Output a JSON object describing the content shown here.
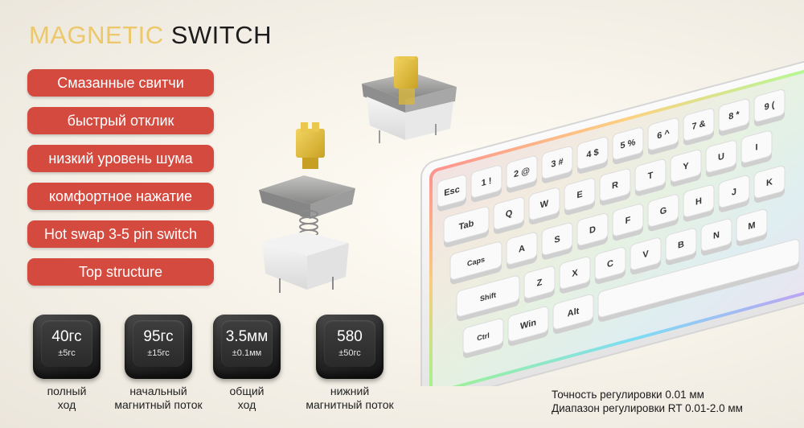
{
  "title": {
    "accent": "MAGNETIC",
    "main": "SWITCH"
  },
  "features": [
    "Смазанные свитчи",
    "быстрый отклик",
    "низкий уровень шума",
    "комфортное нажатие",
    "Hot swap 3-5 pin switch",
    "Top structure"
  ],
  "specs": [
    {
      "value": "40гс",
      "tolerance": "±5гс",
      "label_line1": "полный",
      "label_line2": "ход"
    },
    {
      "value": "95гс",
      "tolerance": "±15гс",
      "label_line1": "начальный",
      "label_line2": "магнитный поток"
    },
    {
      "value": "3.5мм",
      "tolerance": "±0.1мм",
      "label_line1": "общий",
      "label_line2": "ход"
    },
    {
      "value": "580",
      "tolerance": "±50гс",
      "label_line1": "нижний",
      "label_line2": "магнитный поток"
    }
  ],
  "keyboard": {
    "row1": [
      "1 !",
      "2 @",
      "3 #",
      "4 $",
      "5 %",
      "6 ^",
      "7 &",
      "8 *",
      "9 ("
    ],
    "row2": [
      "Q",
      "W",
      "E",
      "R",
      "T",
      "Y",
      "U",
      "I"
    ],
    "row3": [
      "A",
      "S",
      "D",
      "F",
      "G",
      "H",
      "J",
      "K"
    ],
    "row4": [
      "Z",
      "X",
      "C",
      "V",
      "B",
      "N",
      "M"
    ],
    "esc": "Esc",
    "tab": "Tab",
    "caps": "Caps",
    "shift": "Shift",
    "ctrl": "Ctrl",
    "win": "Win",
    "alt": "Alt"
  },
  "footnote": {
    "line1": "Точность регулировки 0.01 мм",
    "line2": "Диапазон регулировки RT 0.01-2.0 мм"
  },
  "colors": {
    "accent": "#ecc86a",
    "pill": "#d44a3f",
    "keycap": "#2a2a2a",
    "stem": "#e3be3c"
  }
}
